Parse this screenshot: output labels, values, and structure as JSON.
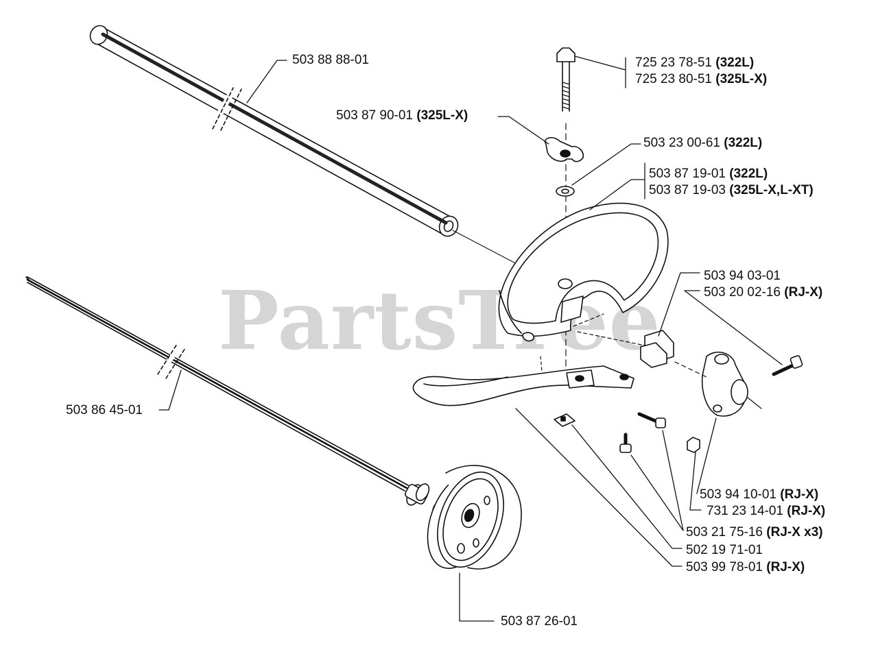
{
  "watermark": {
    "text": "PartsTree",
    "mark": "™"
  },
  "callouts": [
    {
      "id": "tube",
      "number": "503 88 88-01",
      "note": ""
    },
    {
      "id": "bolt-322l",
      "number": "725 23 78-51",
      "note": "(322L)"
    },
    {
      "id": "bolt-325lx",
      "number": "725 23 80-51",
      "note": "(325L-X)"
    },
    {
      "id": "knob",
      "number": "503 87 90-01",
      "note": "(325L-X)"
    },
    {
      "id": "washer",
      "number": "503 23 00-61",
      "note": "(322L)"
    },
    {
      "id": "handle-322l",
      "number": "503 87 19-01",
      "note": "(322L)"
    },
    {
      "id": "handle-325lx",
      "number": "503 87 19-03",
      "note": "(325L-X,L-XT)"
    },
    {
      "id": "block",
      "number": "503 94 03-01",
      "note": ""
    },
    {
      "id": "screw-rjx",
      "number": "503 20 02-16",
      "note": "(RJ-X)"
    },
    {
      "id": "shaft",
      "number": "503 86 45-01",
      "note": ""
    },
    {
      "id": "clamp",
      "number": "503 94 10-01",
      "note": "(RJ-X)"
    },
    {
      "id": "nut",
      "number": "731 23 14-01",
      "note": "(RJ-X)"
    },
    {
      "id": "screws-x3",
      "number": "503 21 75-16",
      "note": "(RJ-X x3)"
    },
    {
      "id": "square-nut",
      "number": "502 19 71-01",
      "note": ""
    },
    {
      "id": "guard",
      "number": "503 99 78-01",
      "note": "(RJ-X)"
    },
    {
      "id": "drum",
      "number": "503 87 26-01",
      "note": ""
    }
  ]
}
